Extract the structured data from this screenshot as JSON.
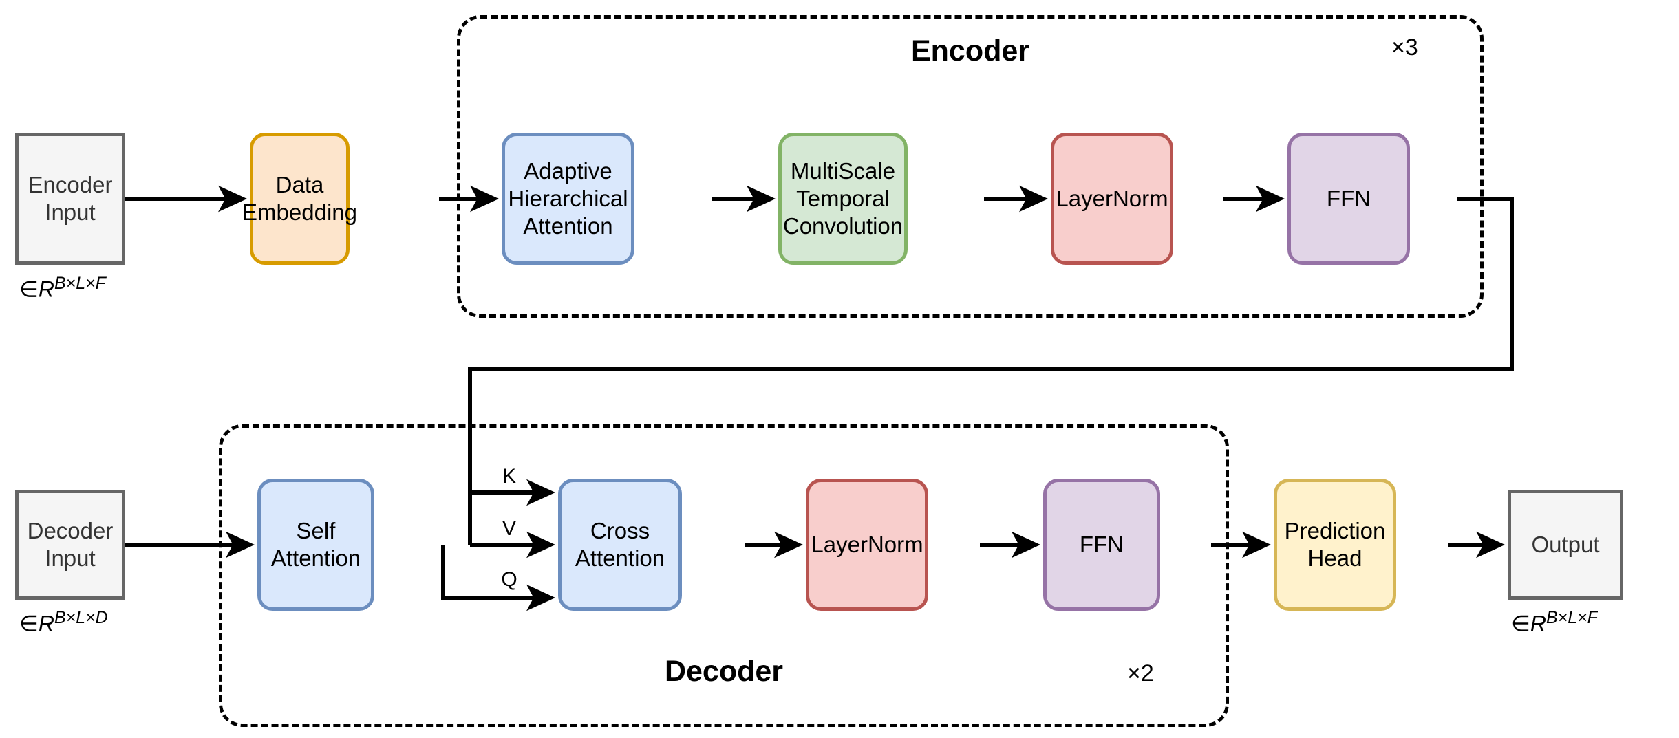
{
  "diagram": {
    "title": "Encoder-Decoder Transformer Architecture",
    "palette": {
      "orange_fill": "#fde5cc",
      "orange_border": "#d79b00",
      "blue_fill": "#dae8fc",
      "blue_border": "#6c8ebf",
      "green_fill": "#d5e8d4",
      "green_border": "#82b366",
      "red_fill": "#f8cecc",
      "red_border": "#b85450",
      "purple_fill": "#e1d5e7",
      "purple_border": "#9673a6",
      "yellow_fill": "#fff2cc",
      "yellow_border": "#d6b656",
      "plain_fill": "#f5f5f5",
      "plain_border": "#666666",
      "wire": "#000000"
    }
  },
  "encoder_group": {
    "title": "Encoder",
    "multiplier": "×3"
  },
  "decoder_group": {
    "title": "Decoder",
    "multiplier": "×2"
  },
  "nodes": {
    "encoder_input": {
      "label": "Encoder\nInput"
    },
    "data_embedding": {
      "label": "Data\nEmbedding"
    },
    "adaptive_hierarchical_attention": {
      "label": "Adaptive\nHierarchical\nAttention"
    },
    "multiscale_temporal_convolution": {
      "label": "MultiScale\nTemporal\nConvolution"
    },
    "encoder_layernorm": {
      "label": "LayerNorm"
    },
    "encoder_ffn": {
      "label": "FFN"
    },
    "decoder_input": {
      "label": "Decoder\nInput"
    },
    "self_attention": {
      "label": "Self\nAttention"
    },
    "cross_attention": {
      "label": "Cross\nAttention"
    },
    "decoder_layernorm": {
      "label": "LayerNorm"
    },
    "decoder_ffn": {
      "label": "FFN"
    },
    "prediction_head": {
      "label": "Prediction\nHead"
    },
    "output": {
      "label": "Output"
    }
  },
  "dimension_labels": {
    "encoder_input": {
      "prefix": "∈",
      "base": "R",
      "sup": "B×L×F"
    },
    "decoder_input": {
      "prefix": "∈",
      "base": "R",
      "sup": "B×L×D"
    },
    "output": {
      "prefix": "∈",
      "base": "R",
      "sup": "B×L×F"
    }
  },
  "edge_labels": {
    "key": "K",
    "value": "V",
    "query": "Q"
  }
}
